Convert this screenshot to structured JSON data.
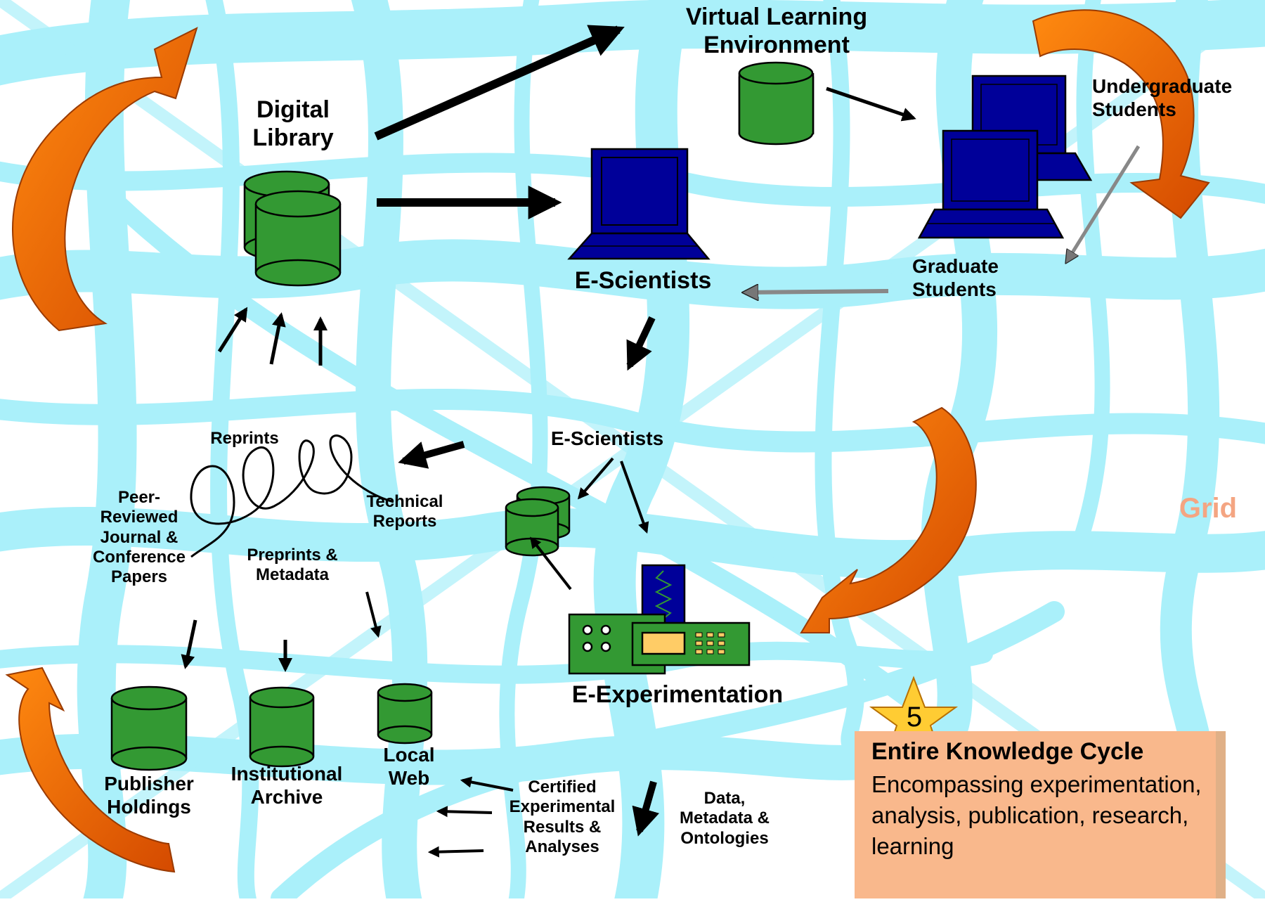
{
  "labels": {
    "virtual_learning": "Virtual Learning\nEnvironment",
    "digital_library": "Digital\nLibrary",
    "undergraduate": "Undergraduate\nStudents",
    "graduate": "Graduate\nStudents",
    "escientists_top": "E-Scientists",
    "escientists_mid": "E-Scientists",
    "reprints": "Reprints",
    "peer_reviewed": "Peer-\nReviewed\nJournal &\nConference\nPapers",
    "technical_reports": "Technical\nReports",
    "preprints": "Preprints &\nMetadata",
    "grid": "Grid",
    "e_experimentation": "E-Experimentation",
    "publisher": "Publisher\nHoldings",
    "institutional": "Institutional\nArchive",
    "local_web": "Local\nWeb",
    "certified": "Certified\nExperimental\nResults &\nAnalyses",
    "data_meta": "Data,\nMetadata &\nOntologies"
  },
  "info": {
    "star_number": "5",
    "title": "Entire Knowledge Cycle",
    "body": "Encompassing experimentation, analysis, publication, research, learning"
  },
  "colors": {
    "grid_lines": "#aaf0fa",
    "database": "#339933",
    "computer": "#000099",
    "cycle_arrow": "#ff6a00",
    "info_box": "#f9b88c",
    "star": "#ffcc33"
  },
  "icons": [
    "database-icon",
    "laptop-icon",
    "desktop-computer-icon",
    "lab-instrument-icon",
    "spiral-icon",
    "star-icon",
    "cycle-arrow-icon"
  ]
}
